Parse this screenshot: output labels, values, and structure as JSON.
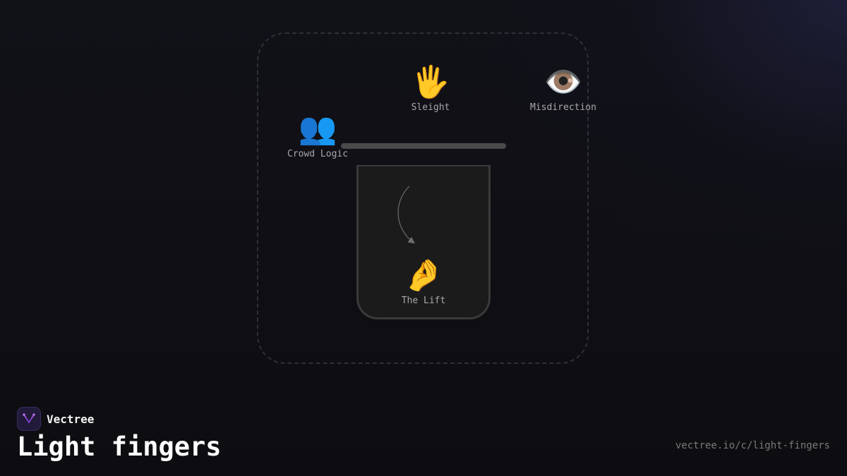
{
  "diagram": {
    "nodes": [
      {
        "id": "sleight",
        "icon": "raised-hand-icon",
        "emoji": "🖐️",
        "label": "Sleight"
      },
      {
        "id": "misdirection",
        "icon": "eye-icon",
        "emoji": "👁️",
        "label": "Misdirection"
      },
      {
        "id": "crowd-logic",
        "icon": "people-icon",
        "emoji": "👥",
        "label": "Crowd Logic"
      },
      {
        "id": "the-lift",
        "icon": "pinching-hand-icon",
        "emoji": "🤌",
        "label": "The Lift"
      }
    ],
    "colors": {
      "background": "#0f0f13",
      "frame_border": "#2f2f36",
      "bar": "#4a4a4a",
      "cup_fill": "#1b1b1b",
      "cup_border": "#3a3a3a",
      "label": "#a9a9a9"
    }
  },
  "footer": {
    "brand": "Vectree",
    "brand_icon": "vectree-logo-icon",
    "title": "Light fingers",
    "url": "vectree.io/c/light-fingers"
  }
}
